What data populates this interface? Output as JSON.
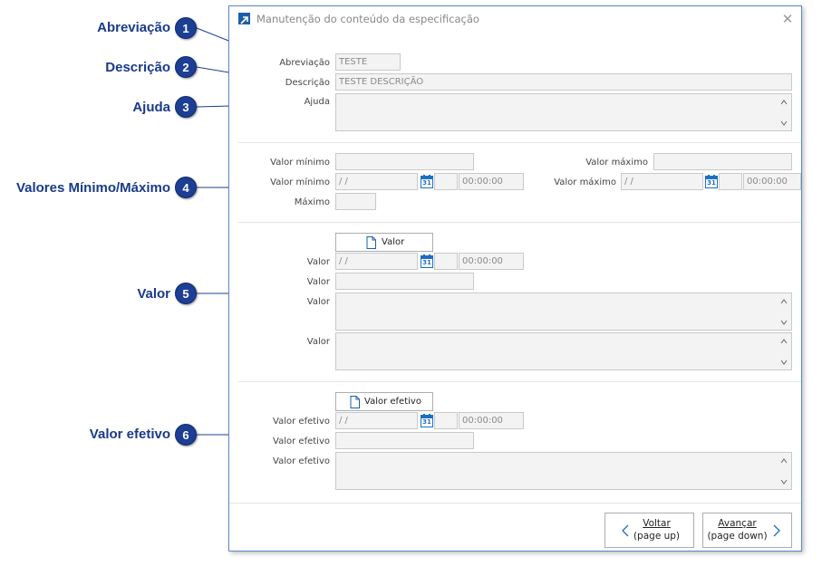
{
  "annotations": [
    {
      "num": "1",
      "label": "Abreviação"
    },
    {
      "num": "2",
      "label": "Descrição"
    },
    {
      "num": "3",
      "label": "Ajuda"
    },
    {
      "num": "4",
      "label": "Valores Mínimo/Máximo"
    },
    {
      "num": "5",
      "label": "Valor"
    },
    {
      "num": "6",
      "label": "Valor efetivo"
    }
  ],
  "dialog": {
    "title": "Manutenção do conteúdo da especificação",
    "close_glyph": "✕"
  },
  "fields": {
    "abreviacao_label": "Abreviação",
    "abreviacao_value": "TESTE",
    "descricao_label": "Descrição",
    "descricao_value": "TESTE DESCRIÇÃO",
    "ajuda_label": "Ajuda"
  },
  "minmax": {
    "valor_minimo_label": "Valor mínimo",
    "valor_maximo_label": "Valor máximo",
    "date_placeholder": " /  /",
    "time_placeholder": "00:00:00",
    "maximo_label": "Máximo"
  },
  "valor": {
    "button_label": "Valor",
    "label": "Valor"
  },
  "valor_efetivo": {
    "button_label": "Valor efetivo",
    "label": "Valor efetivo"
  },
  "calendar_day": "31",
  "footer": {
    "voltar_line1": "Voltar",
    "voltar_line2": "(page up)",
    "avancar_line1": "Avançar",
    "avancar_line2": "(page down)"
  },
  "colors": {
    "annotation_badge": "#1c3f94",
    "annotation_text": "#1a3a8a",
    "dialog_border": "#5e86c2",
    "calendar_icon": "#1c6fc4"
  }
}
